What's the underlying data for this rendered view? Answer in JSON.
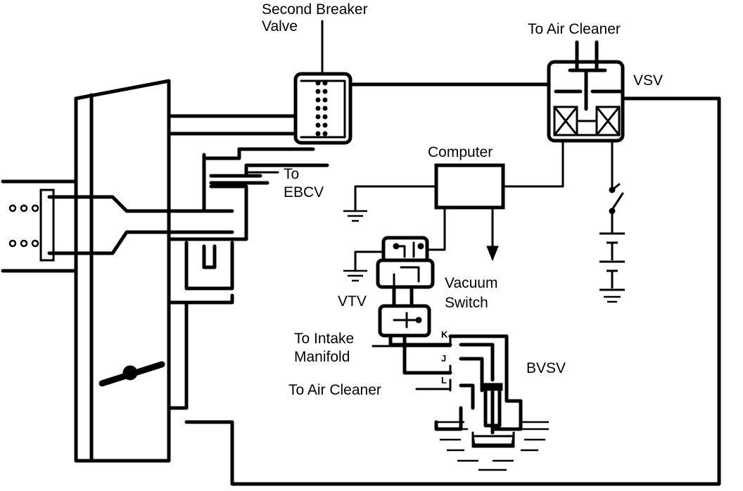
{
  "labels": {
    "second_breaker_valve_line1": "Second Breaker",
    "second_breaker_valve_line2": "Valve",
    "to_air_cleaner_top": "To Air Cleaner",
    "vsv": "VSV",
    "computer": "Computer",
    "to_ebcv_line1": "To",
    "to_ebcv_line2": "EBCV",
    "vacuum_switch_line1": "Vacuum",
    "vacuum_switch_line2": "Switch",
    "vtv": "VTV",
    "to_intake_manifold_line1": "To Intake",
    "to_intake_manifold_line2": "Manifold",
    "bvsv": "BVSV",
    "to_air_cleaner_bottom": "To Air Cleaner",
    "port_k": "K",
    "port_j": "J",
    "port_l": "L"
  }
}
